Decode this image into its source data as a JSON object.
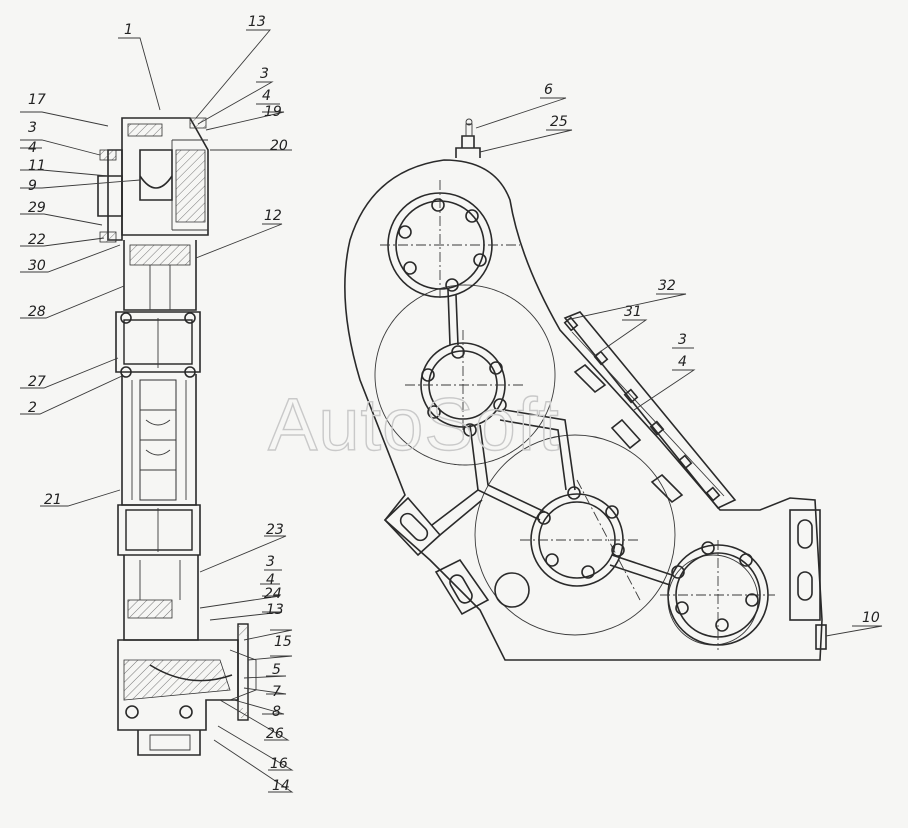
{
  "watermark": "AutoSoft",
  "left_view_labels": {
    "p1": "1",
    "p13a": "13",
    "p3a": "3",
    "p4a": "4",
    "p19": "19",
    "p20": "20",
    "p17": "17",
    "p3b": "3",
    "p4b": "4",
    "p11": "11",
    "p9": "9",
    "p29": "29",
    "p22": "22",
    "p30": "30",
    "p12": "12",
    "p28": "28",
    "p27": "27",
    "p2": "2",
    "p21": "21",
    "p23": "23",
    "p3c": "3",
    "p4c": "4",
    "p24": "24",
    "p13b": "13",
    "p15": "15",
    "p5": "5",
    "p7": "7",
    "p8": "8",
    "p26": "26",
    "p16": "16",
    "p14": "14"
  },
  "right_view_labels": {
    "p6": "6",
    "p25": "25",
    "p32": "32",
    "p31": "31",
    "p3": "3",
    "p4": "4",
    "p10": "10"
  }
}
